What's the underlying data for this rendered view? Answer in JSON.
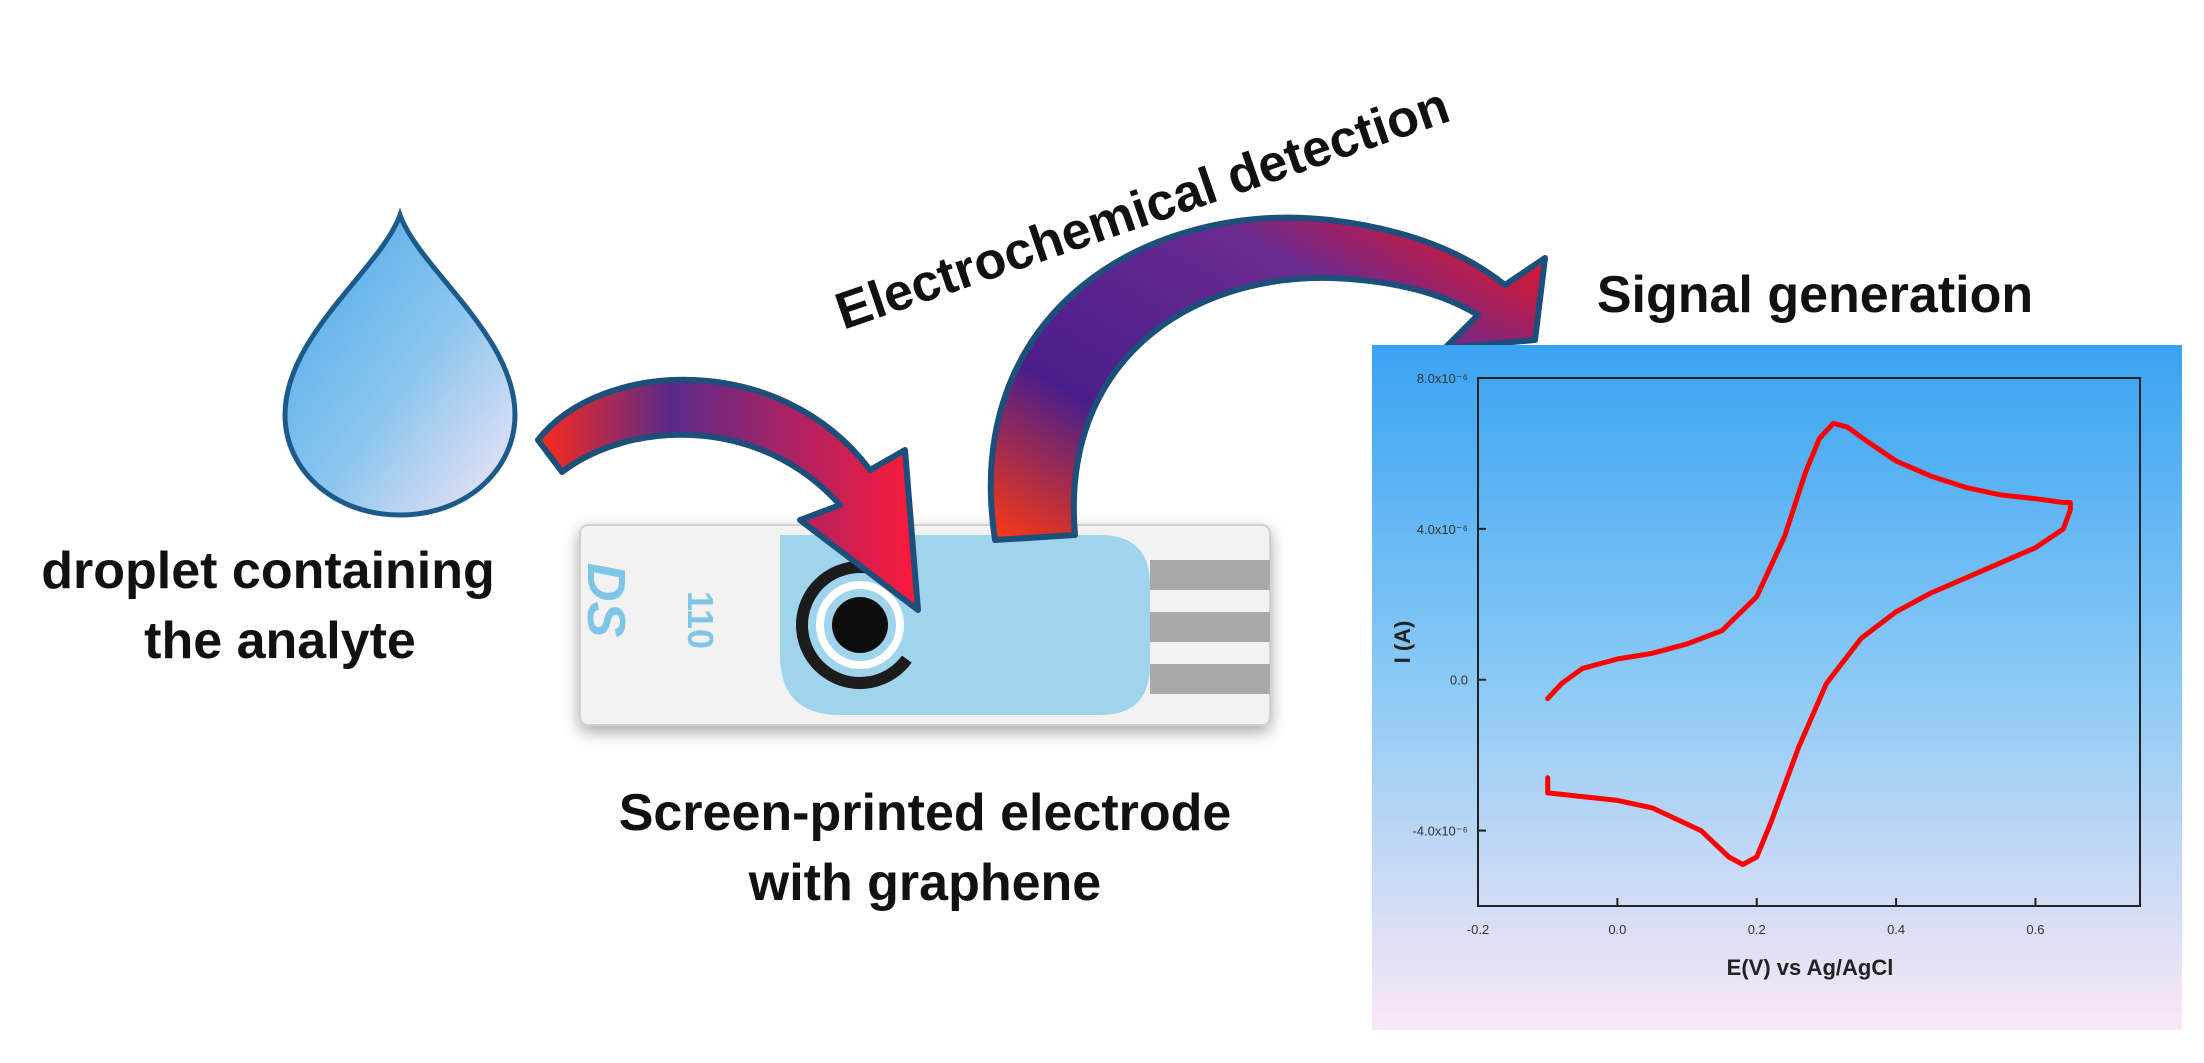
{
  "labels": {
    "droplet_line1": "droplet containing",
    "droplet_line2": "the analyte",
    "electrode_line1": "Screen-printed electrode",
    "electrode_line2": "with graphene",
    "electrochemical": "Electrochemical detection",
    "signal": "Signal generation",
    "strip_brand": "DS",
    "strip_model": "110"
  },
  "colors": {
    "drop_top": "#4aa8ea",
    "drop_bottom": "#f6e6f6",
    "drop_outline": "#1d5a8c",
    "arrow_start": "#3a2a8a",
    "arrow_end": "#ff1a1a",
    "arrow_outline": "#1c4f7a",
    "strip_blue": "#9fd4ec",
    "panel_top": "#3aa3f2",
    "panel_bottom": "#fbe7f6",
    "curve": "#ff0000"
  },
  "chart_data": {
    "type": "line",
    "xlabel": "E(V) vs Ag/AgCl",
    "ylabel": "I (A)",
    "xlim": [
      -0.2,
      0.75
    ],
    "ylim": [
      -6e-06,
      8e-06
    ],
    "x_ticks": [
      -0.2,
      0.0,
      0.2,
      0.4,
      0.6
    ],
    "x_tick_labels": [
      "-0.2",
      "0.0",
      "0.2",
      "0.4",
      "0.6"
    ],
    "y_ticks": [
      8e-06,
      4e-06,
      0.0,
      -4e-06
    ],
    "y_tick_labels": [
      "8.0x10⁻⁶",
      "4.0x10⁻⁶",
      "0.0",
      "-4.0x10⁻⁶"
    ],
    "series": [
      {
        "x": [
          -0.1,
          -0.08,
          -0.05,
          0.0,
          0.05,
          0.1,
          0.15,
          0.2,
          0.24,
          0.27,
          0.29,
          0.31,
          0.33,
          0.36,
          0.4,
          0.45,
          0.5,
          0.55,
          0.6,
          0.64,
          0.65,
          0.65,
          0.64,
          0.6,
          0.55,
          0.5,
          0.45,
          0.4,
          0.35,
          0.3,
          0.26,
          0.22,
          0.2,
          0.18,
          0.16,
          0.12,
          0.05,
          0.0,
          -0.05,
          -0.1,
          -0.1
        ],
        "y": [
          -5e-07,
          -1e-07,
          3e-07,
          5.5e-07,
          7e-07,
          9.5e-07,
          1.3e-06,
          2.2e-06,
          3.8e-06,
          5.5e-06,
          6.4e-06,
          6.8e-06,
          6.7e-06,
          6.3e-06,
          5.8e-06,
          5.4e-06,
          5.1e-06,
          4.9e-06,
          4.8e-06,
          4.7e-06,
          4.7e-06,
          4.5e-06,
          4e-06,
          3.5e-06,
          3.1e-06,
          2.7e-06,
          2.3e-06,
          1.8e-06,
          1.1e-06,
          -1e-07,
          -1.8e-06,
          -3.8e-06,
          -4.7e-06,
          -4.9e-06,
          -4.7e-06,
          -4e-06,
          -3.4e-06,
          -3.2e-06,
          -3.1e-06,
          -3e-06,
          -2.6e-06
        ]
      }
    ]
  }
}
